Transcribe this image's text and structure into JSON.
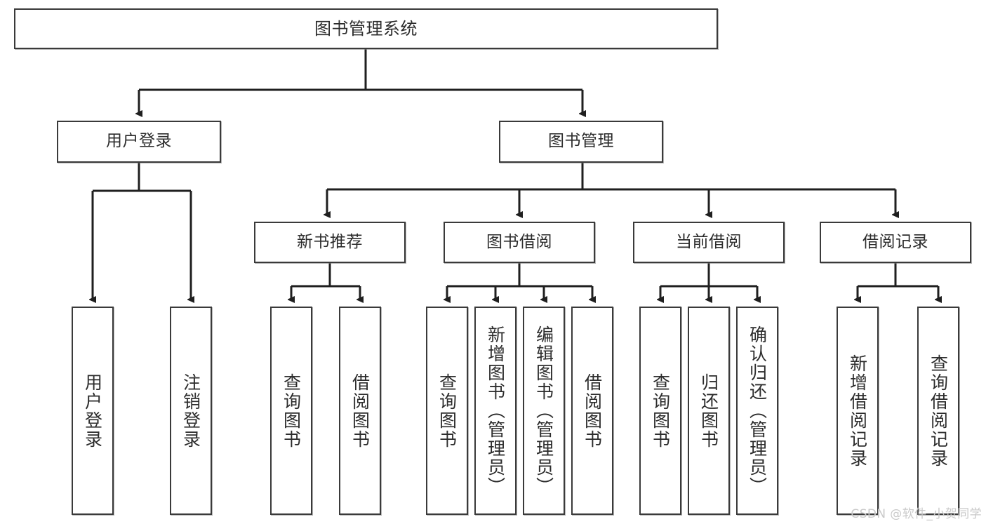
{
  "diagram": {
    "title": "图书管理系统",
    "watermark": "CSDN @软件_小贺同学",
    "colors": {
      "box_border": "#3a3a3a",
      "box_fill": "#ffffff",
      "edge": "#1f1f1f",
      "text": "#2c2c2c",
      "watermark": "#c9c9c9"
    },
    "nodes": {
      "root": {
        "label": "图书管理系统"
      },
      "level1": [
        {
          "label": "用户登录"
        },
        {
          "label": "图书管理"
        }
      ],
      "level2": [
        {
          "label": "新书推荐"
        },
        {
          "label": "图书借阅"
        },
        {
          "label": "当前借阅"
        },
        {
          "label": "借阅记录"
        }
      ],
      "leaves": {
        "user_login": [
          {
            "label": "用户登录"
          },
          {
            "label": "注销登录"
          }
        ],
        "new_book_recommend": [
          {
            "label": "查询图书"
          },
          {
            "label": "借阅图书"
          }
        ],
        "book_borrow": [
          {
            "label": "查询图书"
          },
          {
            "label": "新增图书（管理员）"
          },
          {
            "label": "编辑图书（管理员）"
          },
          {
            "label": "借阅图书"
          }
        ],
        "current_borrow": [
          {
            "label": "查询图书"
          },
          {
            "label": "归还图书"
          },
          {
            "label": "确认归还（管理员）"
          }
        ],
        "borrow_record": [
          {
            "label": "新增借阅记录"
          },
          {
            "label": "查询借阅记录"
          }
        ]
      }
    }
  }
}
